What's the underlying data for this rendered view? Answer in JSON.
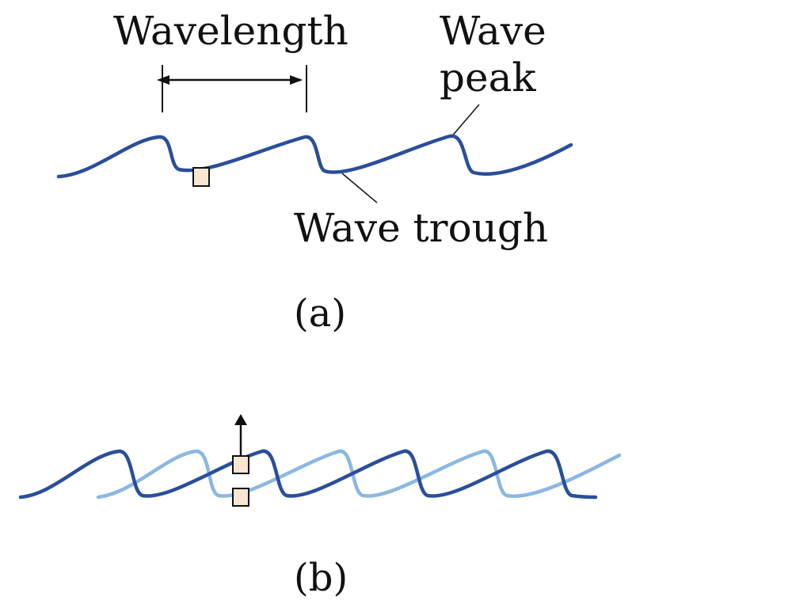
{
  "panel_a": {
    "wavelength_label": "Wavelength",
    "peak_label_line1": "Wave",
    "peak_label_line2": "peak",
    "trough_label": "Wave trough",
    "caption": "(a)"
  },
  "panel_b": {
    "caption": "(b)"
  },
  "colors": {
    "wave_dark": "#2a4e9a",
    "wave_light": "#8bb7e3",
    "marker_fill": "#f8e7d0",
    "line": "#111111"
  }
}
